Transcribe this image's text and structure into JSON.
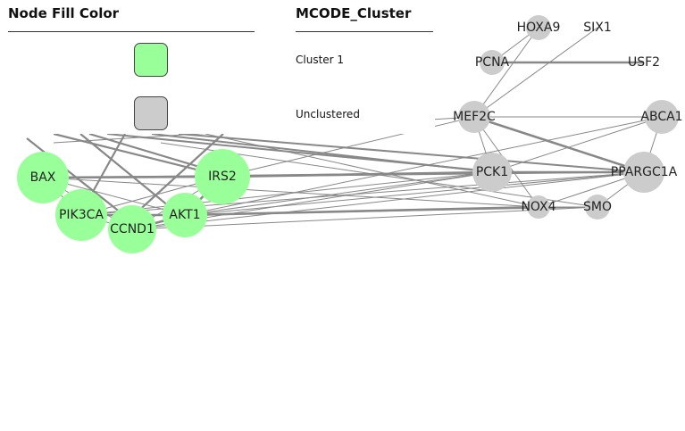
{
  "legend": {
    "header_left": "Node Fill Color",
    "header_right": "MCODE_Cluster",
    "entries": [
      {
        "label": "Cluster 1",
        "color": "#99ff99"
      },
      {
        "label": "Unclustered",
        "color": "#cccccc"
      }
    ]
  },
  "colors": {
    "cluster_node": "#99ff99",
    "unclustered_node": "#cccccc",
    "edge": "#888888",
    "background": "#ffffff"
  },
  "network": {
    "nodes": [
      {
        "id": "BAX",
        "label": "BAX",
        "cluster": "Cluster 1"
      },
      {
        "id": "IRS2",
        "label": "IRS2",
        "cluster": "Cluster 1"
      },
      {
        "id": "PIK3CA",
        "label": "PIK3CA",
        "cluster": "Cluster 1"
      },
      {
        "id": "CCND1",
        "label": "CCND1",
        "cluster": "Cluster 1"
      },
      {
        "id": "AKT1",
        "label": "AKT1",
        "cluster": "Cluster 1"
      },
      {
        "id": "HOXA9",
        "label": "HOXA9",
        "cluster": "Unclustered"
      },
      {
        "id": "SIX1",
        "label": "SIX1",
        "cluster": "Unclustered"
      },
      {
        "id": "PCNA",
        "label": "PCNA",
        "cluster": "Unclustered"
      },
      {
        "id": "USF2",
        "label": "USF2",
        "cluster": "Unclustered"
      },
      {
        "id": "MEF2C",
        "label": "MEF2C",
        "cluster": "Unclustered"
      },
      {
        "id": "ABCA1",
        "label": "ABCA1",
        "cluster": "Unclustered"
      },
      {
        "id": "PCK1",
        "label": "PCK1",
        "cluster": "Unclustered"
      },
      {
        "id": "PPARGC1A",
        "label": "PPARGC1A",
        "cluster": "Unclustered"
      },
      {
        "id": "NOX4",
        "label": "NOX4",
        "cluster": "Unclustered"
      },
      {
        "id": "SMO",
        "label": "SMO",
        "cluster": "Unclustered"
      }
    ],
    "edges": [
      [
        "BAX",
        "IRS2"
      ],
      [
        "BAX",
        "PIK3CA"
      ],
      [
        "BAX",
        "CCND1"
      ],
      [
        "BAX",
        "AKT1"
      ],
      [
        "IRS2",
        "PIK3CA"
      ],
      [
        "IRS2",
        "CCND1"
      ],
      [
        "IRS2",
        "AKT1"
      ],
      [
        "PIK3CA",
        "CCND1"
      ],
      [
        "PIK3CA",
        "AKT1"
      ],
      [
        "CCND1",
        "AKT1"
      ],
      [
        "IRS2",
        "PCK1"
      ],
      [
        "IRS2",
        "PPARGC1A"
      ],
      [
        "IRS2",
        "MEF2C"
      ],
      [
        "AKT1",
        "PCK1"
      ],
      [
        "AKT1",
        "PPARGC1A"
      ],
      [
        "AKT1",
        "NOX4"
      ],
      [
        "AKT1",
        "SMO"
      ],
      [
        "AKT1",
        "ABCA1"
      ],
      [
        "CCND1",
        "PCK1"
      ],
      [
        "CCND1",
        "PPARGC1A"
      ],
      [
        "CCND1",
        "SMO"
      ],
      [
        "PIK3CA",
        "PCK1"
      ],
      [
        "PIK3CA",
        "PPARGC1A"
      ],
      [
        "BAX",
        "PCK1"
      ],
      [
        "BAX",
        "NOX4"
      ],
      [
        "PCNA",
        "HOXA9"
      ],
      [
        "PCNA",
        "USF2"
      ],
      [
        "MEF2C",
        "HOXA9"
      ],
      [
        "MEF2C",
        "SIX1"
      ],
      [
        "MEF2C",
        "PPARGC1A"
      ],
      [
        "MEF2C",
        "PCK1"
      ],
      [
        "MEF2C",
        "NOX4"
      ],
      [
        "MEF2C",
        "ABCA1"
      ],
      [
        "PCK1",
        "PPARGC1A"
      ],
      [
        "PPARGC1A",
        "ABCA1"
      ],
      [
        "PPARGC1A",
        "NOX4"
      ],
      [
        "PPARGC1A",
        "SMO"
      ],
      [
        "NOX4",
        "SMO"
      ],
      [
        "PCK1",
        "ABCA1"
      ]
    ]
  }
}
